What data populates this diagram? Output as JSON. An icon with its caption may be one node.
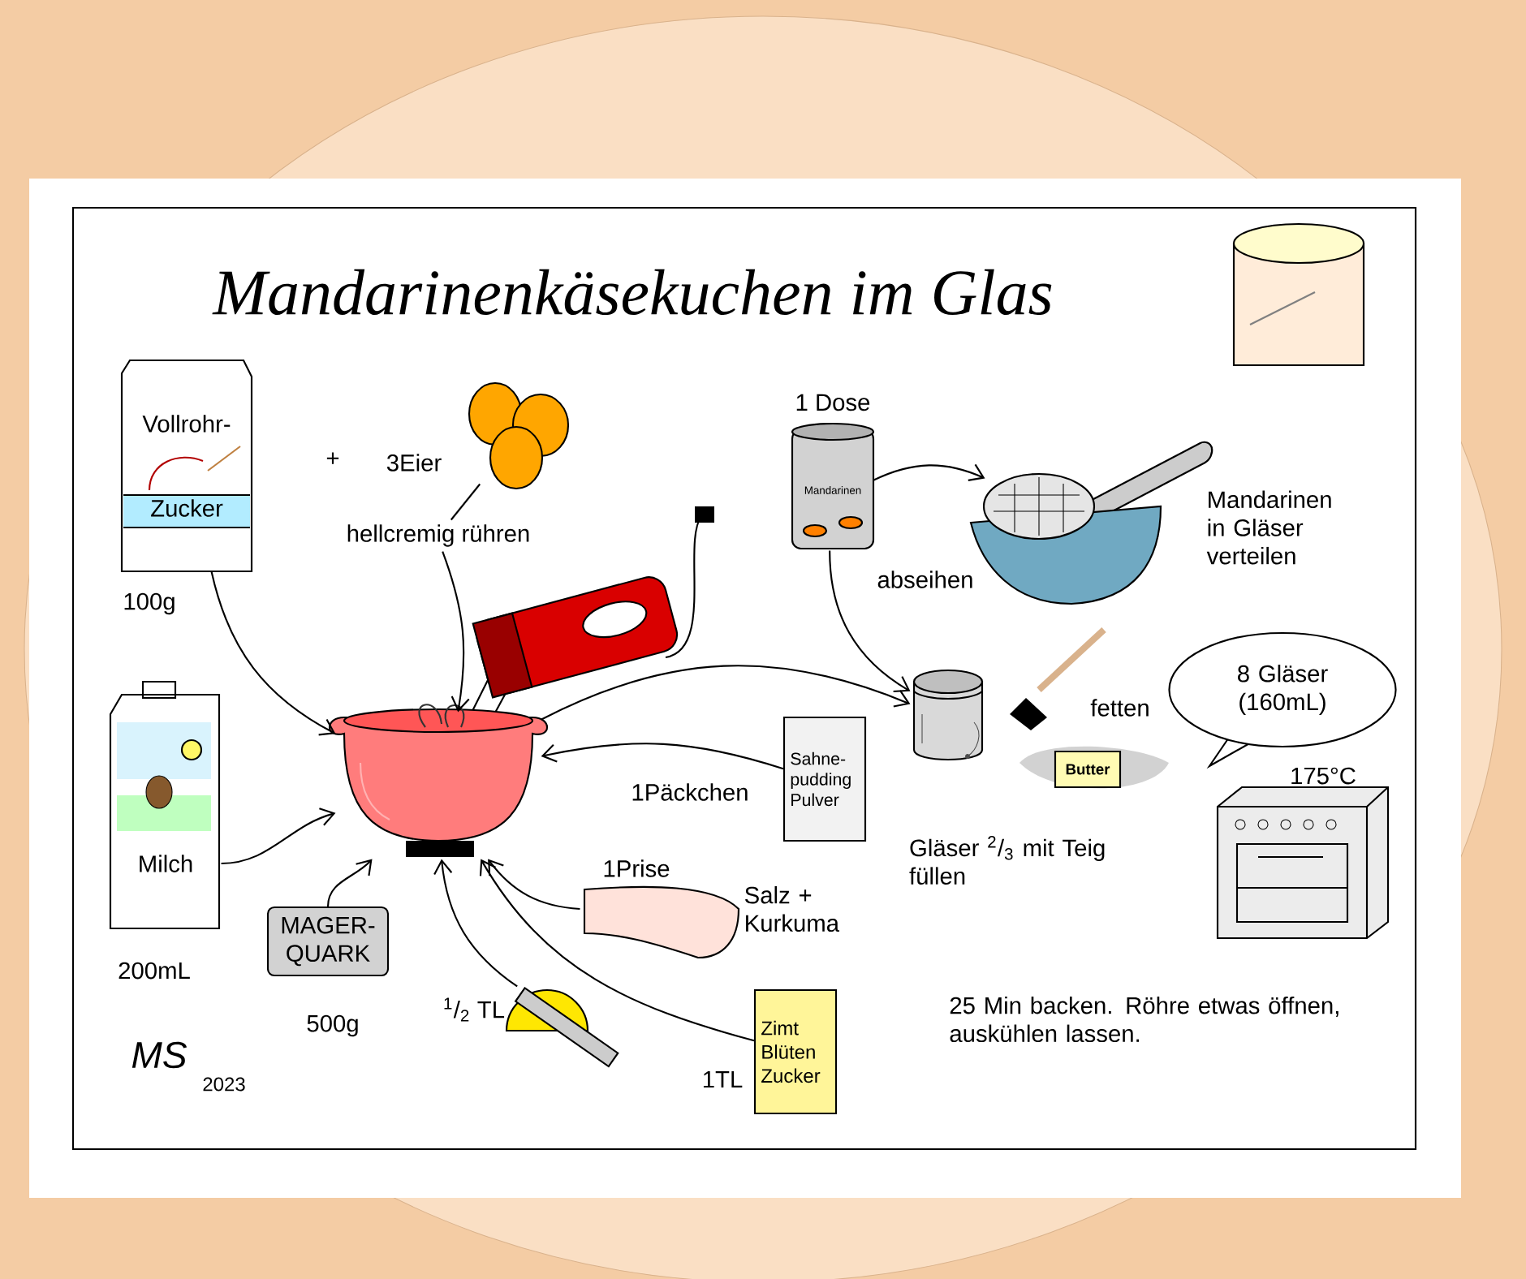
{
  "diagram": {
    "title": "Mandarinenkäsekuchen im Glas",
    "nodes": [
      {
        "text": [
          "Vollrohr-",
          "Zucker"
        ],
        "beside": [
          "100g"
        ]
      },
      {
        "text": [],
        "shape": "picture",
        "beside": [
          "3Eier"
        ]
      },
      {
        "text": [
          "hellcremig rühren"
        ]
      },
      {
        "text": [],
        "shape": "picture"
      },
      {
        "text": [
          "Milch"
        ],
        "beside": [
          "200mL"
        ]
      },
      {
        "text": [
          "MAGER- QUARK"
        ],
        "beside": [
          "500g"
        ]
      },
      {
        "text": [],
        "shape": "picture",
        "beside": [
          "$^{1}$/$_{2}$ TL"
        ]
      },
      {
        "text": [
          "Zimt Blüten Zucker"
        ],
        "beside": [
          "1TL"
        ]
      },
      {
        "text": [],
        "shape": "picture",
        "beside": [
          "1Prise",
          "Salz + Kurkuma"
        ]
      },
      {
        "text": [
          "Sahne- pudding Pulver"
        ],
        "beside": [
          "1Päckchen"
        ]
      },
      {
        "text": [
          "Mandarinen"
        ],
        "beside": [
          "1 Dose"
        ]
      },
      {
        "text": [],
        "shape": "picture",
        "beside": [
          "Mandarinen in Gläser verteilen"
        ]
      },
      {
        "text": [],
        "shape": "picture"
      },
      {
        "text": [
          "Butter"
        ]
      },
      {
        "text": [
          "8 Gläser (160mL)"
        ]
      },
      {
        "text": [],
        "shape": "picture",
        "beside": [
          "175°C"
        ]
      }
    ],
    "edges": [
      {
        "from": 0,
        "to": 3,
        "arrow": "to"
      },
      {
        "from": 1,
        "to": 2,
        "arrow": "none"
      },
      {
        "from": 2,
        "to": 3,
        "arrow": "to"
      },
      {
        "from": 4,
        "to": 3,
        "arrow": "to"
      },
      {
        "from": 5,
        "to": 3,
        "arrow": "to"
      },
      {
        "from": 6,
        "to": 3,
        "arrow": "to"
      },
      {
        "from": 7,
        "to": 3,
        "arrow": "to"
      },
      {
        "from": 8,
        "to": 3,
        "arrow": "to"
      },
      {
        "from": 9,
        "to": 3,
        "arrow": "to"
      },
      {
        "from": 3,
        "to": 12,
        "arrow": "to"
      },
      {
        "from": 10,
        "to": 11,
        "arrow": "to"
      },
      {
        "from": 10,
        "to": 12,
        "arrow": "to"
      }
    ],
    "labels": [
      "+",
      "abseihen",
      "fetten",
      "Gläser $^{2}$/$_{3}$ mit Teig füllen",
      "25 Min backen. Röhre etwas öffnen, auskühlen lassen.",
      "MS",
      "2023"
    ]
  }
}
